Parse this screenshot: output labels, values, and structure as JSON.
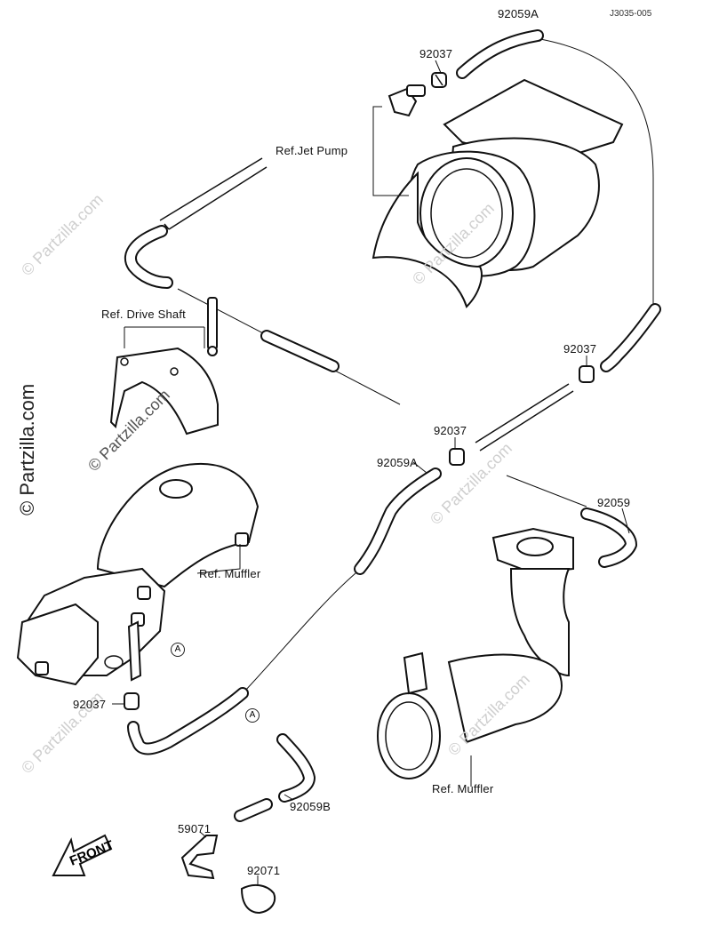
{
  "diagram_code": "J3035-005",
  "watermark_vertical": "© Partzilla.com",
  "watermark_light": "© Partzilla.com",
  "labels": {
    "top_92059A": "92059A",
    "top_92037": "92037",
    "ref_jet_pump": "Ref.Jet Pump",
    "ref_drive_shaft": "Ref. Drive Shaft",
    "right_92037": "92037",
    "mid_92037": "92037",
    "mid_92059A": "92059A",
    "right_92059": "92059",
    "ref_muffler_left": "Ref. Muffler",
    "left_92037": "92037",
    "callout_a1": "A",
    "callout_a2": "A",
    "ref_muffler_right": "Ref. Muffler",
    "hose_92059B": "92059B",
    "fitting_59071": "59071",
    "cap_92071": "92071",
    "front_arrow": "FRONT"
  },
  "colors": {
    "line": "#111111",
    "watermark": "#cfcfcf",
    "background": "#ffffff"
  }
}
